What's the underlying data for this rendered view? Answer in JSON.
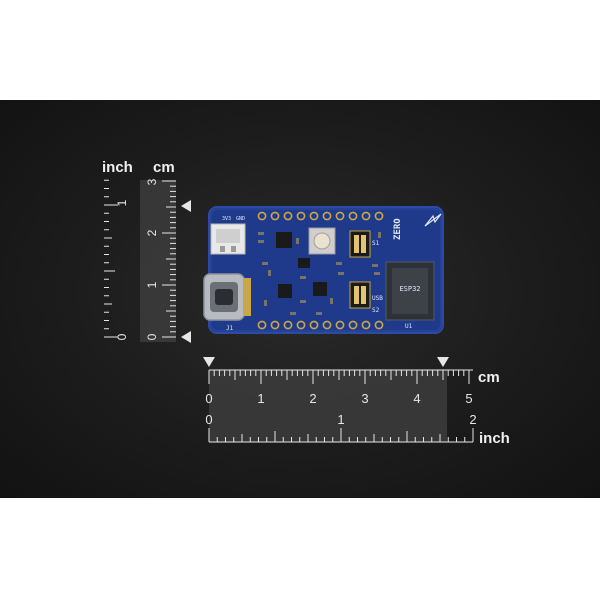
{
  "colors": {
    "background_white": "#ffffff",
    "surface_dark": "#1c1c1c",
    "ruler_strip": "#3c3c3c",
    "ruler_marks": "#e6e6e6",
    "pcb_blue": "#1f3a8a",
    "pcb_edge": "#2c4aa6",
    "gold_pad": "#c9a64a",
    "connector_white": "#e8e8e8",
    "usbc_metal": "#b8bcc2"
  },
  "vertical_ruler": {
    "unit_left": "inch",
    "unit_right": "cm",
    "inch_ticks": [
      "0",
      "1"
    ],
    "cm_ticks": [
      "0",
      "1",
      "2",
      "3"
    ]
  },
  "horizontal_ruler": {
    "unit_top": "cm",
    "unit_bottom": "inch",
    "cm_ticks": [
      "0",
      "1",
      "2",
      "3",
      "4",
      "5"
    ],
    "inch_ticks": [
      "0",
      "1",
      "2"
    ]
  },
  "board": {
    "icons": [
      "usb-c-port-icon",
      "jst-connector-icon",
      "push-button-icon",
      "dip-switch-icon",
      "chip-icon"
    ],
    "silkscreen": {
      "brand_mark": "ZERO",
      "j1": "J1",
      "u1": "U1",
      "usb": "USB",
      "s1": "S1",
      "s2": "S2",
      "vcc": "3V3",
      "gnd": "GND"
    }
  }
}
